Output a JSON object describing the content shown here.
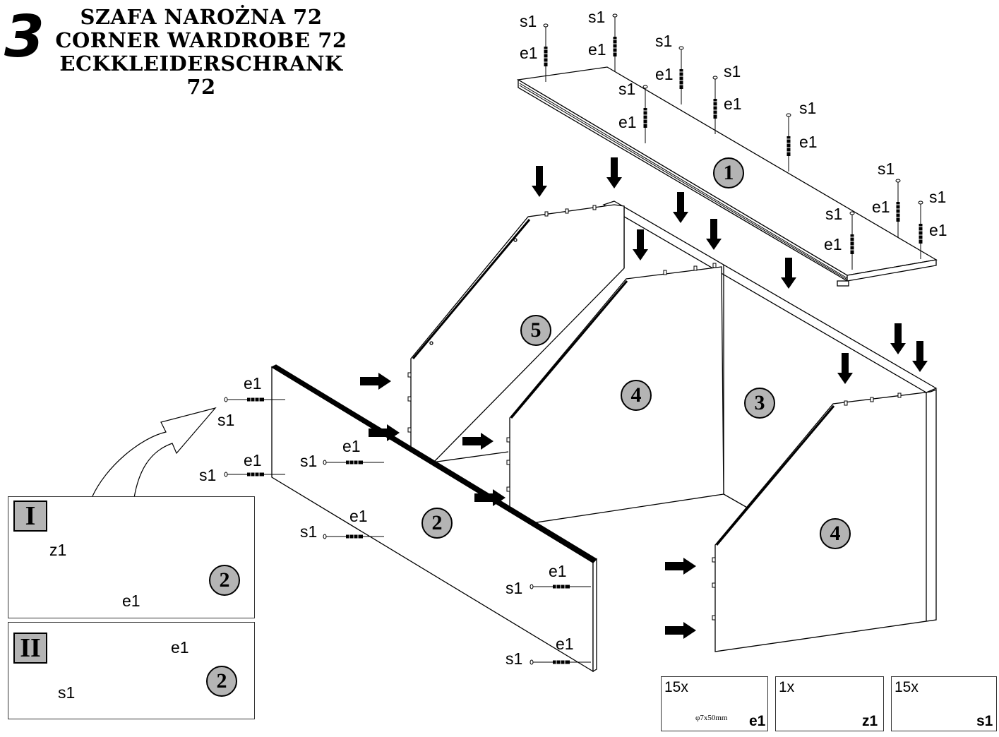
{
  "header": {
    "step_number": "3",
    "title_lines": [
      "SZAFA NAROŻNA 72",
      "CORNER WARDROBE 72",
      "ECKKLEIDERSCHRANK 72"
    ]
  },
  "panels": {
    "p1": "1",
    "p2": "2",
    "p3": "3",
    "p4a": "4",
    "p4b": "4",
    "p5": "5"
  },
  "labels": {
    "s1": "s1",
    "e1": "e1",
    "z1": "z1"
  },
  "inset_I": {
    "roman": "I",
    "tool_label": "z1",
    "part_label": "e1",
    "panel_ref": "2"
  },
  "inset_II": {
    "roman": "II",
    "cap_label": "s1",
    "part_label": "e1",
    "panel_ref": "2"
  },
  "parts": [
    {
      "qty": "15x",
      "code": "e1",
      "dimension": "φ7x50mm",
      "icon": "cam-bolt-icon"
    },
    {
      "qty": "1x",
      "code": "z1",
      "icon": "hex-key-icon"
    },
    {
      "qty": "15x",
      "code": "s1",
      "icon": "cover-cap-icon"
    }
  ],
  "colors": {
    "number_badge": "#b4b4b4",
    "outline": "#000000",
    "background": "#ffffff"
  }
}
